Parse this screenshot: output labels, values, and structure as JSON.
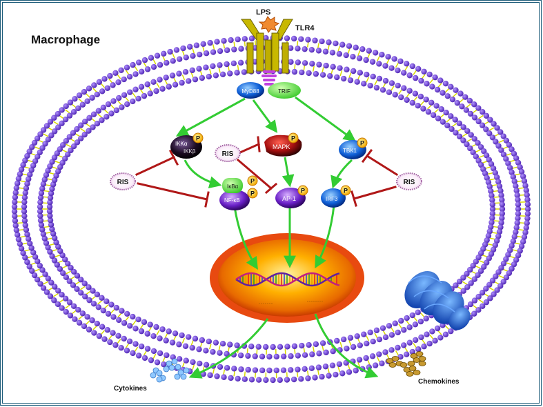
{
  "title": "Macrophage",
  "ligand": "LPS",
  "receptor": "TLR4",
  "adaptors": {
    "myd88": "MyD88",
    "trif": "TRIF"
  },
  "kinases": {
    "ikka": "IKKα",
    "ikkb": "IKKβ",
    "mapk": "MAPK",
    "tbk1": "TBK1"
  },
  "transcription_factors": {
    "ikba": "IκBα",
    "nfkb": "NF-κB",
    "ap1": "AP-1",
    "irf3": "IRF3"
  },
  "phospho_label": "P",
  "inhibitor_label": "RIS",
  "outputs": {
    "cytokines": "Cytokines",
    "chemokines": "Chemokines"
  },
  "colors": {
    "membrane_head": "#6a3fd6",
    "membrane_tail": "#d8d800",
    "activation_arrow": "#33cc33",
    "inhibition": "#b01818",
    "nucleus_outer": "#e84a10",
    "nucleus_inner": "#ffb000",
    "frame": "#1a5a78"
  }
}
